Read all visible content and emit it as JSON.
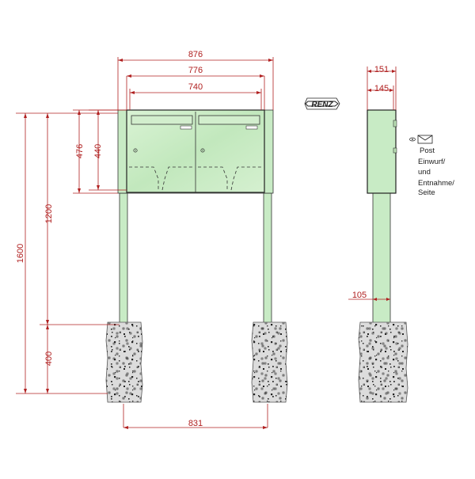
{
  "logo": {
    "text": "RENZ"
  },
  "dimensions": {
    "w876": "876",
    "w776": "776",
    "w740": "740",
    "w831": "831",
    "h1600": "1600",
    "h1200": "1200",
    "h476": "476",
    "h440": "440",
    "h400": "400",
    "d151": "151",
    "d145": "145",
    "d105": "105"
  },
  "side_note": {
    "line1": "Post",
    "line2": "Einwurf/",
    "line3": "und",
    "line4": "Entnahme/",
    "line5": "Seite"
  },
  "colors": {
    "body_green": "#c8ebc5",
    "dimension_red": "#b02020",
    "stone_gray": "#d9d9d9"
  }
}
